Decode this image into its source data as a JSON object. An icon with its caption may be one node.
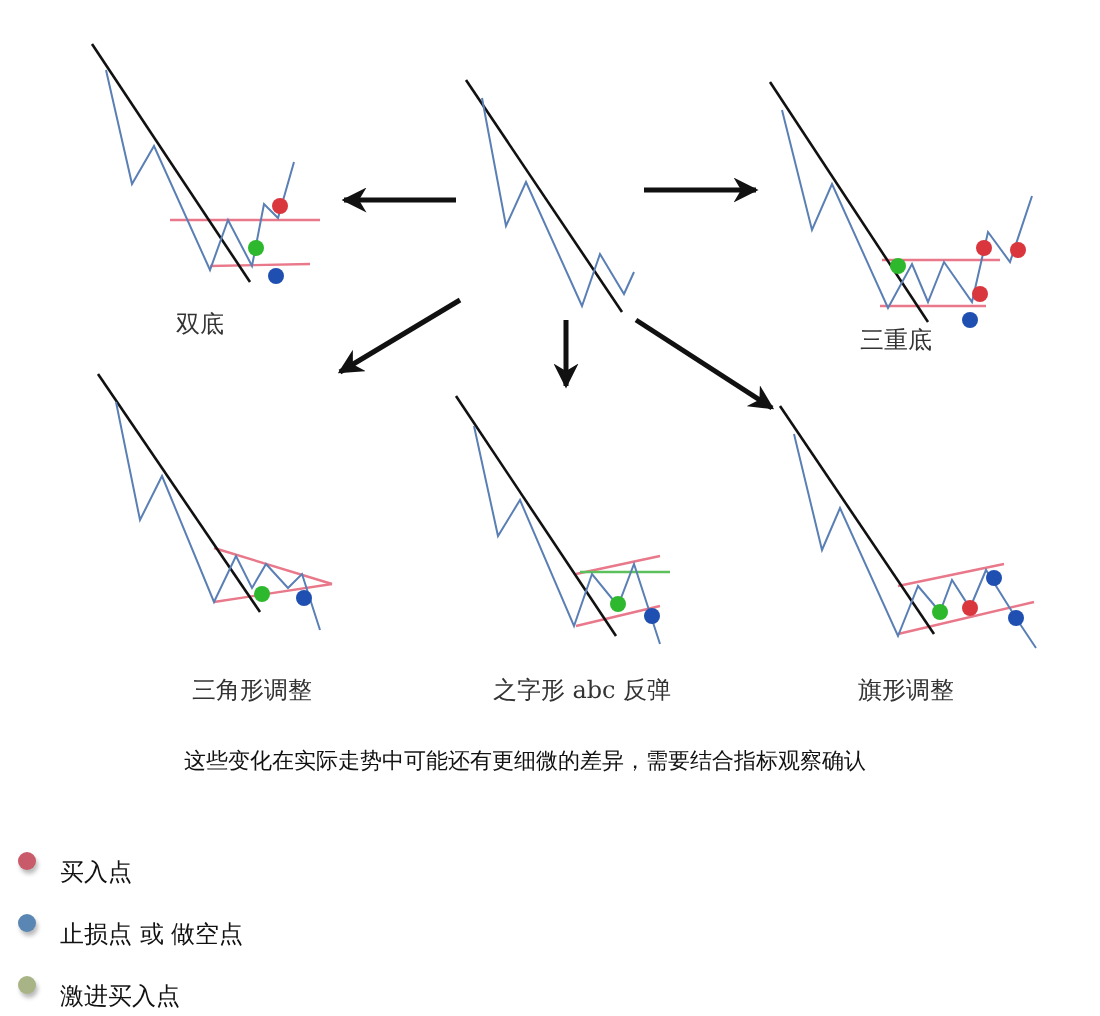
{
  "diagram": {
    "nodes": [
      {
        "text": [],
        "shape": "picture"
      },
      {
        "text": [
          "双底"
        ]
      },
      {
        "text": [
          "三重底"
        ]
      },
      {
        "text": [
          "三角形调整"
        ]
      },
      {
        "text": [
          "之字形 abc 反弹"
        ]
      },
      {
        "text": [
          "旗形调整"
        ]
      }
    ],
    "edges": [
      {
        "from": 0,
        "to": 1,
        "arrow": "to"
      },
      {
        "from": 0,
        "to": 2,
        "arrow": "to"
      },
      {
        "from": 0,
        "to": 3,
        "arrow": "to"
      },
      {
        "from": 0,
        "to": 4,
        "arrow": "to"
      },
      {
        "from": 0,
        "to": 5,
        "arrow": "to"
      }
    ],
    "caption": "这些变化在实际走势中可能还有更细微的差异，需要结合指标观察确认",
    "legend": [
      {
        "text": "买入点",
        "color": "#c85a6a"
      },
      {
        "text": "止损点 或 做空点",
        "color": "#5a86b4"
      },
      {
        "text": "激进买入点",
        "color": "#a8b486"
      }
    ]
  }
}
